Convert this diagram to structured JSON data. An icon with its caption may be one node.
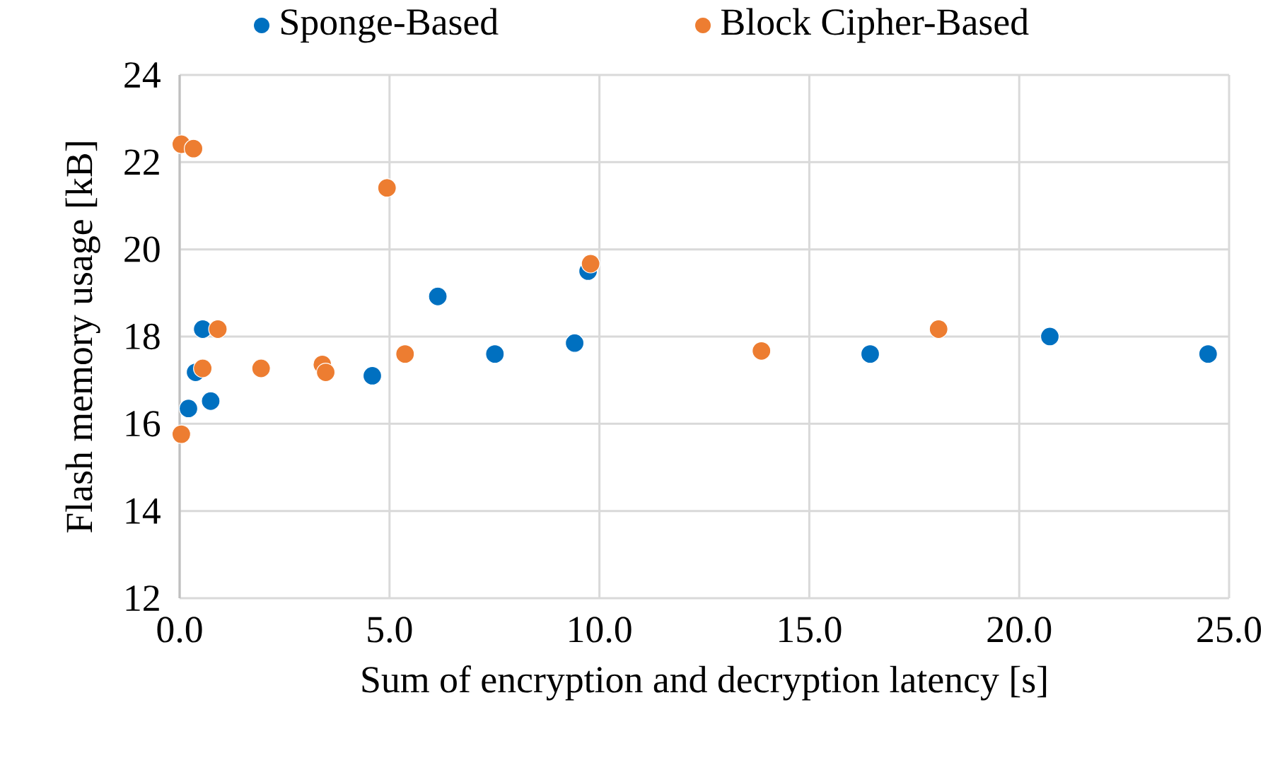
{
  "diagram": {
    "chart_data": {
      "type": "scatter",
      "xlabel": "Sum of encryption and decryption latency [s]",
      "ylabel": "Flash memory usage [kB]",
      "xlim": [
        0,
        25
      ],
      "ylim": [
        12,
        24
      ],
      "xticks": [
        {
          "value": 0,
          "label": "0.0"
        },
        {
          "value": 5,
          "label": "5.0"
        },
        {
          "value": 10,
          "label": "10.0"
        },
        {
          "value": 15,
          "label": "15.0"
        },
        {
          "value": 20,
          "label": "20.0"
        },
        {
          "value": 25,
          "label": "25.0"
        }
      ],
      "yticks": [
        12,
        14,
        16,
        18,
        20,
        22,
        24
      ],
      "grid": "both",
      "legend": "top",
      "series": [
        {
          "name": "Sponge-Based",
          "color": "#0070c0",
          "x": [
            0.21,
            0.38,
            0.55,
            0.74,
            4.59,
            6.15,
            7.51,
            9.41,
            9.73,
            16.45,
            20.73,
            24.5
          ],
          "values": [
            16.35,
            17.18,
            18.17,
            16.52,
            17.1,
            18.92,
            17.6,
            17.85,
            19.5,
            17.6,
            18.0,
            17.6
          ]
        },
        {
          "name": "Block Cipher-Based",
          "color": "#ed7d31",
          "x": [
            0.04,
            0.33,
            4.94,
            0.91,
            0.55,
            1.94,
            3.4,
            3.48,
            5.37,
            0.04,
            9.79,
            13.86,
            18.08
          ],
          "values": [
            22.41,
            22.31,
            21.41,
            18.17,
            17.27,
            17.27,
            17.36,
            17.18,
            17.6,
            15.76,
            19.67,
            17.67,
            18.17
          ]
        }
      ]
    }
  }
}
